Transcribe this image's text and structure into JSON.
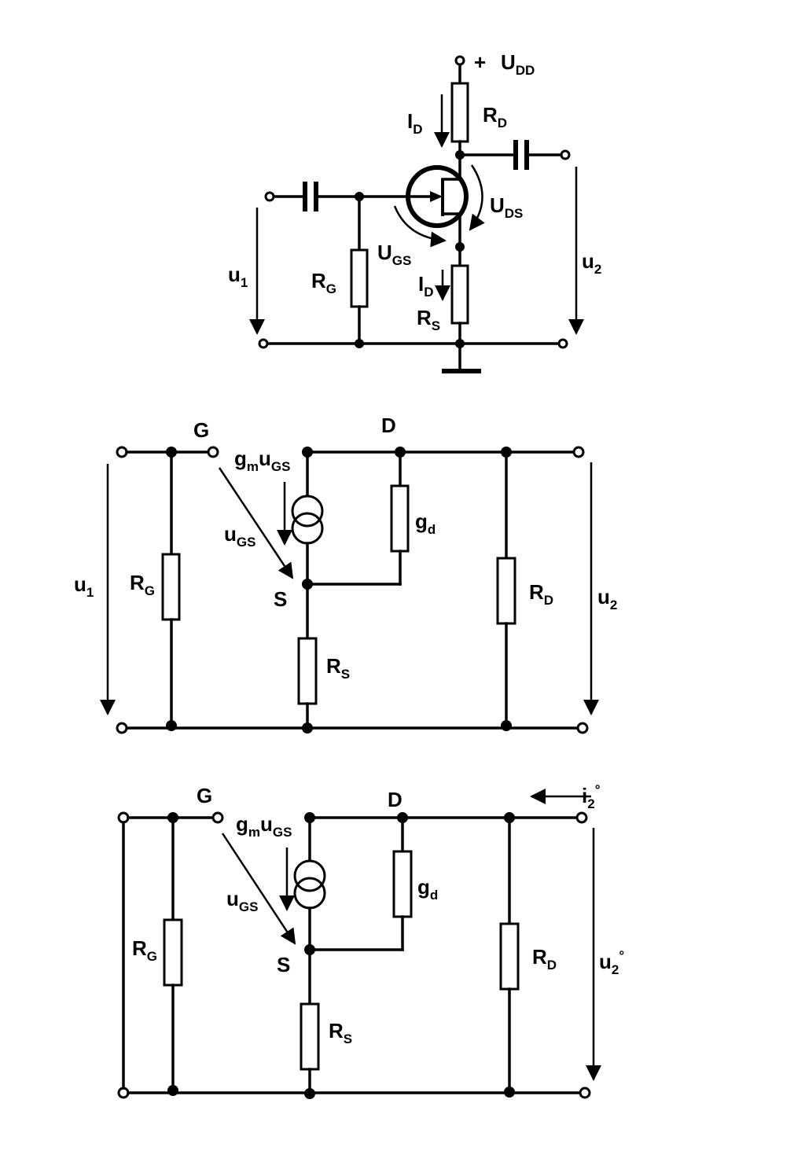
{
  "circuit1": {
    "supply_plus": "+",
    "supply": {
      "main": "U",
      "sub": "DD"
    },
    "drain_current": {
      "main": "I",
      "sub": "D"
    },
    "drain_resistor": {
      "main": "R",
      "sub": "D"
    },
    "uds": {
      "main": "U",
      "sub": "DS"
    },
    "ugs": {
      "main": "U",
      "sub": "GS"
    },
    "source_current": {
      "main": "I",
      "sub": "D"
    },
    "source_resistor": {
      "main": "R",
      "sub": "S"
    },
    "gate_resistor": {
      "main": "R",
      "sub": "G"
    },
    "input_voltage": {
      "main": "u",
      "sub": "1"
    },
    "output_voltage": {
      "main": "u",
      "sub": "2"
    }
  },
  "circuit2": {
    "node_gate": "G",
    "node_drain": "D",
    "node_source": "S",
    "current_source": {
      "main": "g",
      "sub": "m",
      "main2": "u",
      "sub2": "GS"
    },
    "ugs": {
      "main": "u",
      "sub": "GS"
    },
    "gd": {
      "main": "g",
      "sub": "d"
    },
    "gate_resistor": {
      "main": "R",
      "sub": "G"
    },
    "source_resistor": {
      "main": "R",
      "sub": "S"
    },
    "drain_resistor": {
      "main": "R",
      "sub": "D"
    },
    "input_voltage": {
      "main": "u",
      "sub": "1"
    },
    "output_voltage": {
      "main": "u",
      "sub": "2"
    }
  },
  "circuit3": {
    "node_gate": "G",
    "node_drain": "D",
    "node_source": "S",
    "current_source": {
      "main": "g",
      "sub": "m",
      "main2": "u",
      "sub2": "GS"
    },
    "ugs": {
      "main": "u",
      "sub": "GS"
    },
    "gd": {
      "main": "g",
      "sub": "d"
    },
    "gate_resistor": {
      "main": "R",
      "sub": "G"
    },
    "source_resistor": {
      "main": "R",
      "sub": "S"
    },
    "drain_resistor": {
      "main": "R",
      "sub": "D"
    },
    "output_current": {
      "main": "i",
      "sub": "2",
      "sup": "°"
    },
    "output_voltage": {
      "main": "u",
      "sub": "2",
      "sup": "°"
    }
  }
}
